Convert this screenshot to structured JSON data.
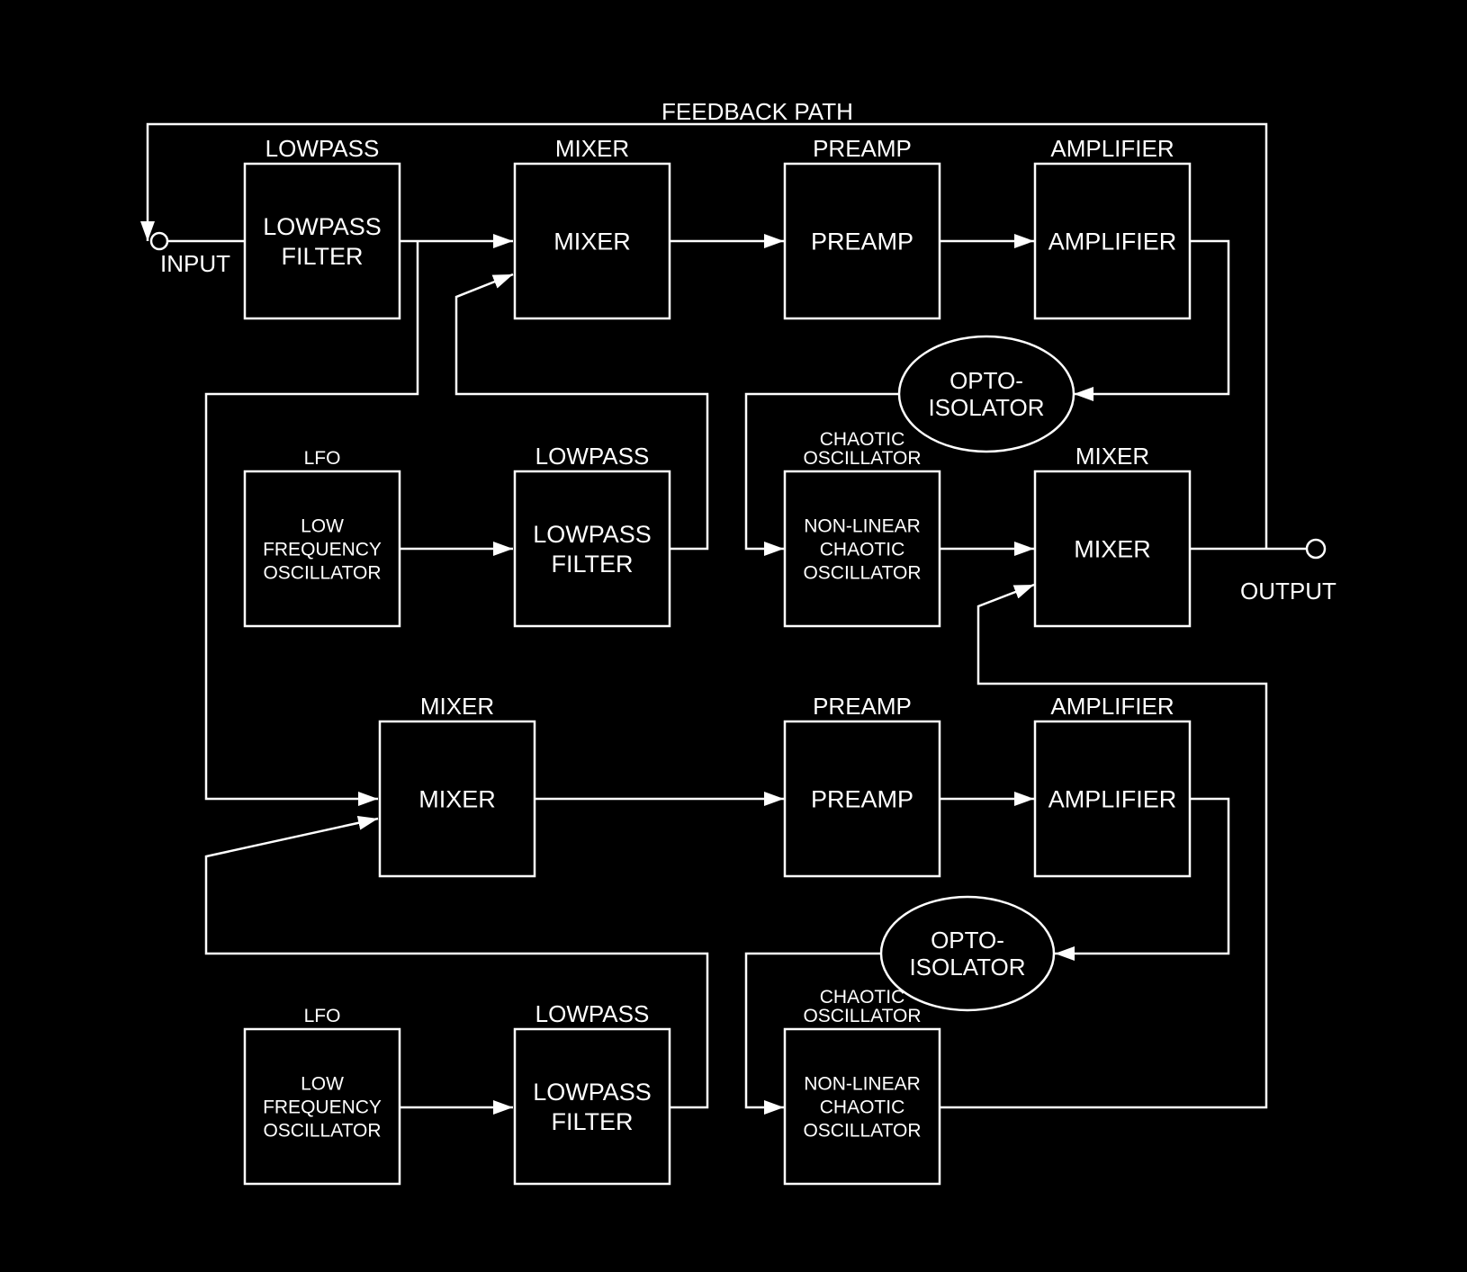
{
  "feedback_label": "FEEDBACK PATH",
  "ports": {
    "input": "INPUT",
    "output": "OUTPUT"
  },
  "blocks": {
    "lp1": {
      "header": "LOWPASS",
      "lines": [
        "LOWPASS",
        "FILTER"
      ]
    },
    "mix1": {
      "header": "MIXER",
      "lines": [
        "MIXER"
      ]
    },
    "pre1": {
      "header": "PREAMP",
      "lines": [
        "PREAMP"
      ]
    },
    "amp1": {
      "header": "AMPLIFIER",
      "lines": [
        "AMPLIFIER"
      ]
    },
    "lfo1": {
      "header": "LFO",
      "lines": [
        "LOW",
        "FREQUENCY",
        "OSCILLATOR"
      ]
    },
    "lp2": {
      "header": "LOWPASS",
      "lines": [
        "LOWPASS",
        "FILTER"
      ]
    },
    "chaos1": {
      "header": [
        "CHAOTIC",
        "OSCILLATOR"
      ],
      "lines": [
        "NON-LINEAR",
        "CHAOTIC",
        "OSCILLATOR"
      ]
    },
    "mix2": {
      "header": "MIXER",
      "lines": [
        "MIXER"
      ]
    },
    "mix3": {
      "header": "MIXER",
      "lines": [
        "MIXER"
      ]
    },
    "pre2": {
      "header": "PREAMP",
      "lines": [
        "PREAMP"
      ]
    },
    "amp2": {
      "header": "AMPLIFIER",
      "lines": [
        "AMPLIFIER"
      ]
    },
    "lfo2": {
      "header": "LFO",
      "lines": [
        "LOW",
        "FREQUENCY",
        "OSCILLATOR"
      ]
    },
    "lp3": {
      "header": "LOWPASS",
      "lines": [
        "LOWPASS",
        "FILTER"
      ]
    },
    "chaos2": {
      "header": [
        "CHAOTIC",
        "OSCILLATOR"
      ],
      "lines": [
        "NON-LINEAR",
        "CHAOTIC",
        "OSCILLATOR"
      ]
    }
  },
  "opto": {
    "opto1": [
      "OPTO-",
      "ISOLATOR"
    ],
    "opto2": [
      "OPTO-",
      "ISOLATOR"
    ]
  }
}
